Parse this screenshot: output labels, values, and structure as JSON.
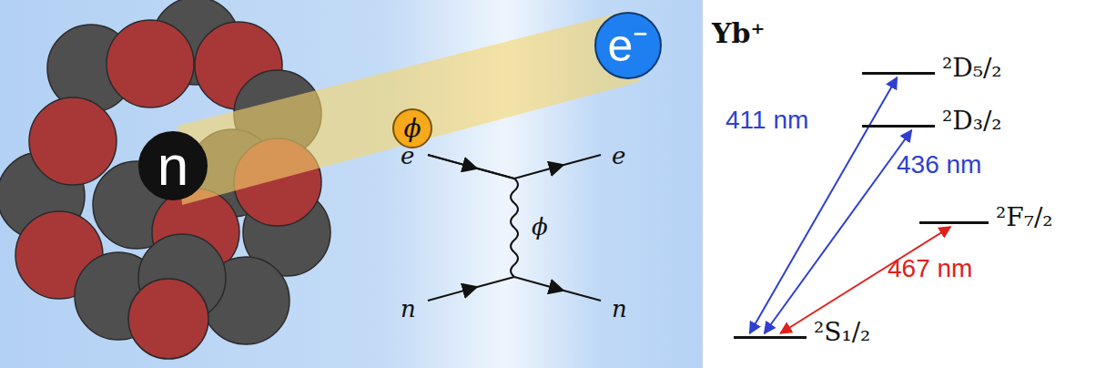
{
  "diagram": {
    "nodes": [
      {
        "text": [
          "n"
        ]
      },
      {
        "text": [
          "ϕ"
        ]
      },
      {
        "text": [
          "e⁻"
        ]
      },
      {
        "text": [
          "²D₅/₂"
        ]
      },
      {
        "text": [
          "²D₃/₂"
        ]
      },
      {
        "text": [
          "²F₇/₂"
        ]
      },
      {
        "text": [
          "²S₁/₂"
        ]
      }
    ],
    "edges": [
      {
        "from": 6,
        "to": 3,
        "arrow": "both",
        "label": "411 nm"
      },
      {
        "from": 6,
        "to": 4,
        "arrow": "both",
        "label": "436 nm"
      },
      {
        "from": 6,
        "to": 5,
        "arrow": "both",
        "label": "467 nm"
      }
    ],
    "labels": [
      "e",
      "e",
      "ϕ",
      "n",
      "n",
      "Yb⁺"
    ]
  }
}
